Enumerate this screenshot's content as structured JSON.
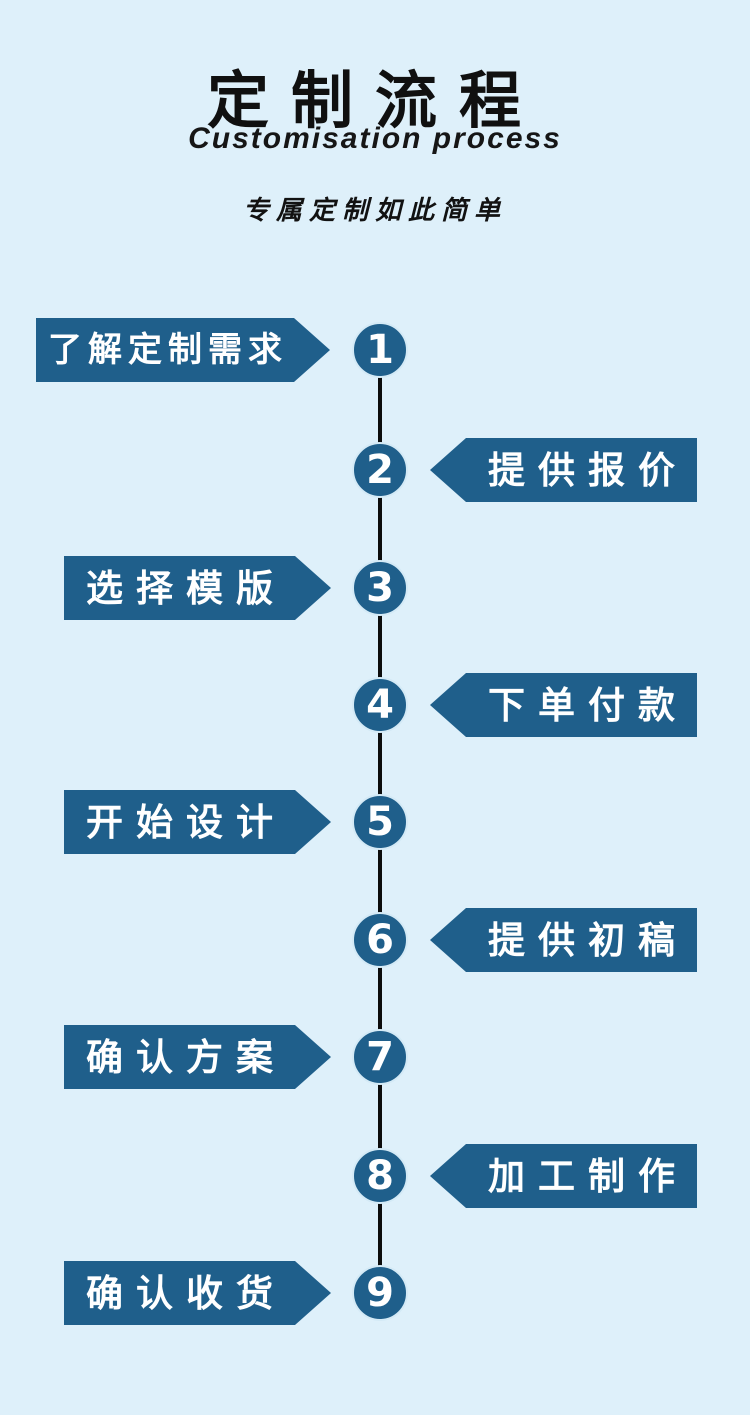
{
  "colors": {
    "background": "#def0fa",
    "accent": "#1f5f8b",
    "line": "#0c0c0c",
    "banner_text": "#ffffff",
    "title_text": "#101010"
  },
  "header": {
    "title": "定制流程",
    "subtitle": "Customisation process",
    "tagline": "专属定制如此简单"
  },
  "timeline": {
    "steps": [
      {
        "num": "1",
        "label": "了解定制需求",
        "side": "left"
      },
      {
        "num": "2",
        "label": "提供报价",
        "side": "right"
      },
      {
        "num": "3",
        "label": "选择模版",
        "side": "left"
      },
      {
        "num": "4",
        "label": "下单付款",
        "side": "right"
      },
      {
        "num": "5",
        "label": "开始设计",
        "side": "left"
      },
      {
        "num": "6",
        "label": "提供初稿",
        "side": "right"
      },
      {
        "num": "7",
        "label": "确认方案",
        "side": "left"
      },
      {
        "num": "8",
        "label": "加工制作",
        "side": "right"
      },
      {
        "num": "9",
        "label": "确认收货",
        "side": "left"
      }
    ]
  }
}
